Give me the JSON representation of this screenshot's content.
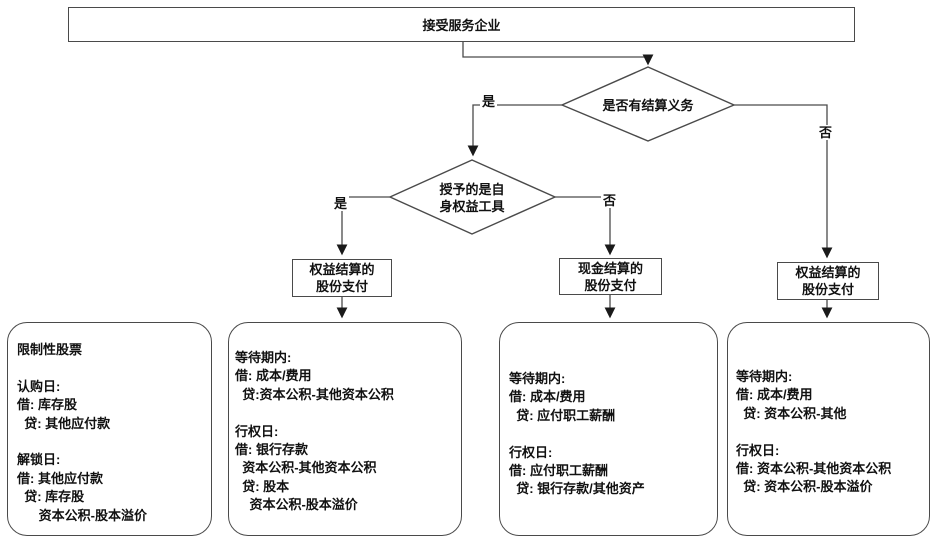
{
  "colors": {
    "line": "#4a4a4a",
    "text": "#111111",
    "background": "#ffffff"
  },
  "root": {
    "label": "接受服务企业"
  },
  "decision1": {
    "label": "是否有结算义务"
  },
  "decision2": {
    "lines": [
      "授予的是自",
      "身权益工具"
    ]
  },
  "edge_labels": {
    "d1_yes": "是",
    "d1_no": "否",
    "d2_yes": "是",
    "d2_no": "否"
  },
  "process_boxes": [
    {
      "lines": [
        "权益结算的",
        "股份支付"
      ]
    },
    {
      "lines": [
        "现金结算的",
        "股份支付"
      ]
    },
    {
      "lines": [
        "权益结算的",
        "股份支付"
      ]
    }
  ],
  "cards": [
    {
      "lines": [
        "限制性股票",
        "",
        "认购日:",
        "借: 库存股",
        "  贷: 其他应付款",
        "",
        "解锁日:",
        "借: 其他应付款",
        "  贷: 库存股",
        "      资本公积-股本溢价"
      ]
    },
    {
      "lines": [
        "等待期内:",
        "借: 成本/费用",
        "  贷:资本公积-其他资本公积",
        "",
        "行权日:",
        "借: 银行存款",
        "  资本公积-其他资本公积",
        "  贷: 股本",
        "    资本公积-股本溢价"
      ]
    },
    {
      "lines": [
        "等待期内:",
        "借: 成本/费用",
        "  贷: 应付职工薪酬",
        "",
        "行权日:",
        "借: 应付职工薪酬",
        "  贷: 银行存款/其他资产"
      ]
    },
    {
      "lines": [
        "等待期内:",
        "借: 成本/费用",
        "  贷: 资本公积-其他",
        "",
        "行权日:",
        "借: 资本公积-其他资本公积",
        "  贷: 资本公积-股本溢价"
      ]
    }
  ]
}
